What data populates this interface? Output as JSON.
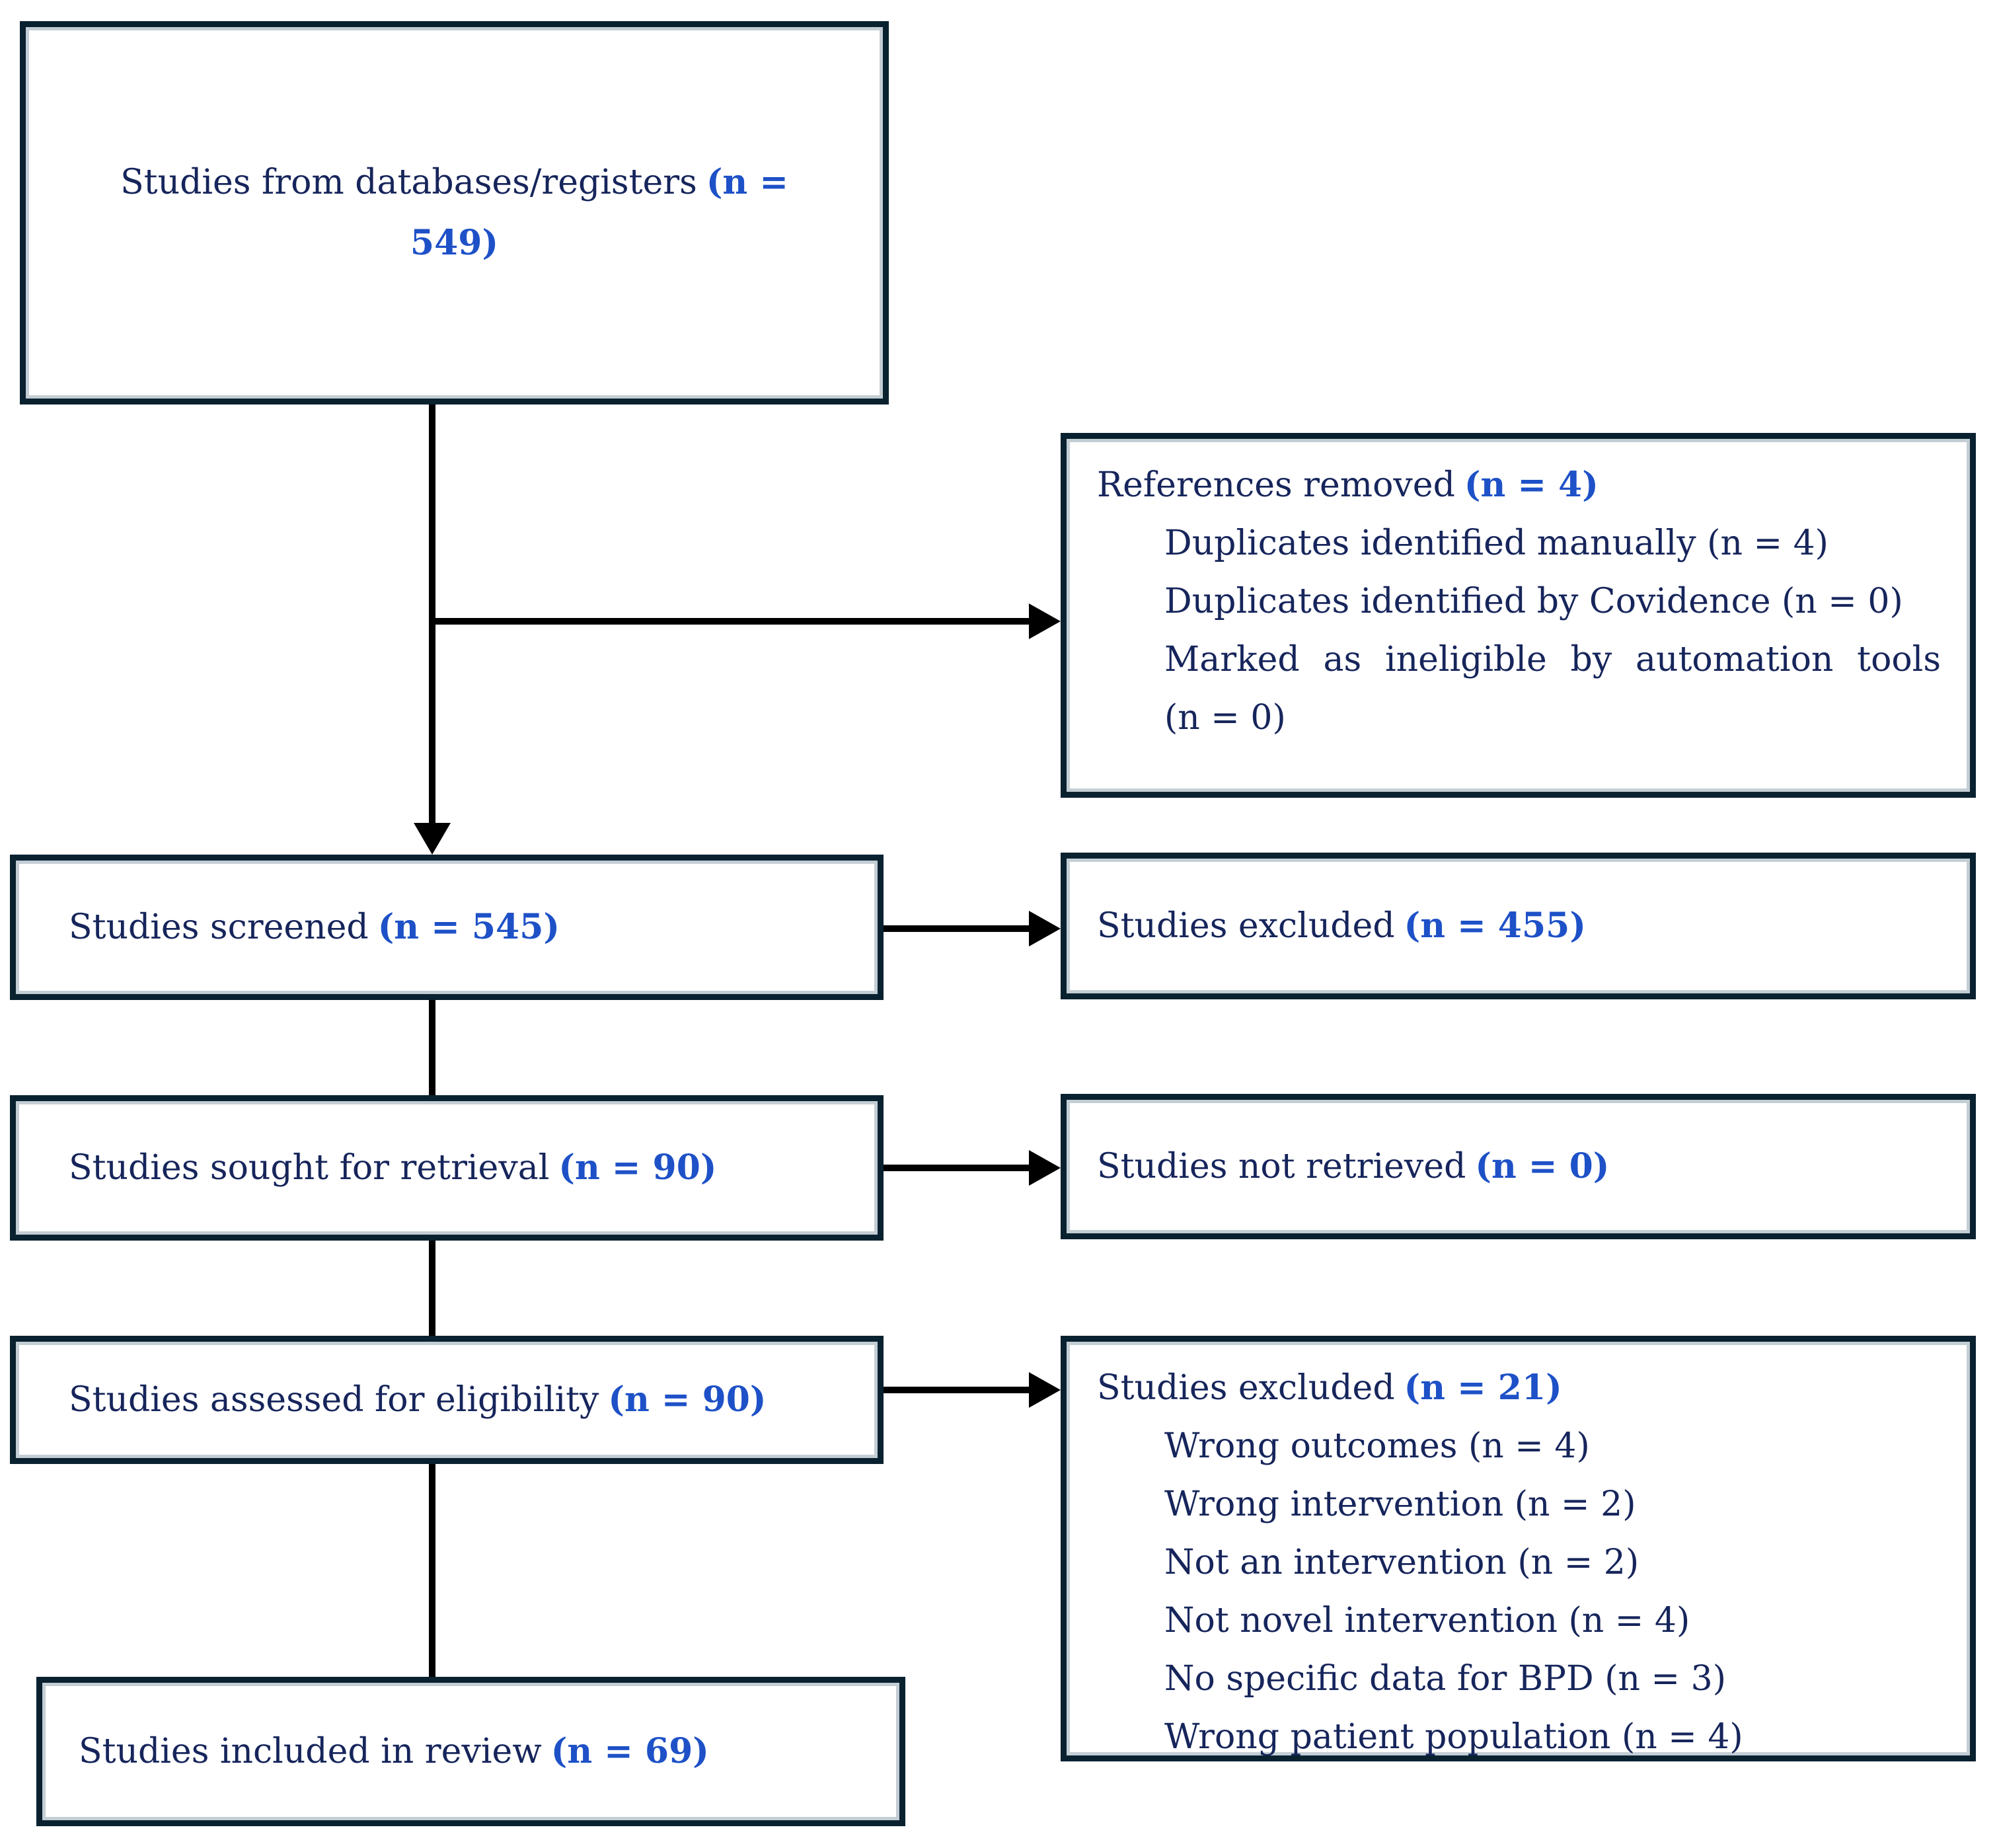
{
  "figure": {
    "type": "prisma-flow-diagram",
    "colors": {
      "text": "#16255b",
      "accent": "#1e51c7",
      "box_border": "#0a2130",
      "box_inner_edge": "#c3ced4",
      "connector": "#000000",
      "background": "#ffffff"
    },
    "left_column": [
      {
        "label": "Studies from databases/registers",
        "n_prefix": "(n =",
        "n_value": "549)"
      },
      {
        "label": "Studies screened",
        "n": "(n = 545)"
      },
      {
        "label": "Studies sought for retrieval",
        "n": "(n = 90)"
      },
      {
        "label": "Studies assessed for eligibility",
        "n": "(n = 90)"
      },
      {
        "label": "Studies included in review",
        "n": "(n = 69)"
      }
    ],
    "right_column": [
      {
        "title": "References removed",
        "n": "(n = 4)",
        "items": [
          "Duplicates identified manually (n = 4)",
          "Duplicates identified by Covidence (n = 0)",
          "Marked as ineligible by automation tools",
          "(n = 0)"
        ]
      },
      {
        "title": "Studies excluded",
        "n": "(n = 455)",
        "items": []
      },
      {
        "title": "Studies not retrieved",
        "n": "(n = 0)",
        "items": []
      },
      {
        "title": "Studies excluded",
        "n": "(n = 21)",
        "items": [
          "Wrong outcomes (n = 4)",
          "Wrong intervention (n = 2)",
          "Not an intervention (n = 2)",
          "Not novel intervention (n = 4)",
          "No specific data for BPD (n = 3)",
          "Wrong patient population (n = 4)"
        ]
      }
    ]
  }
}
